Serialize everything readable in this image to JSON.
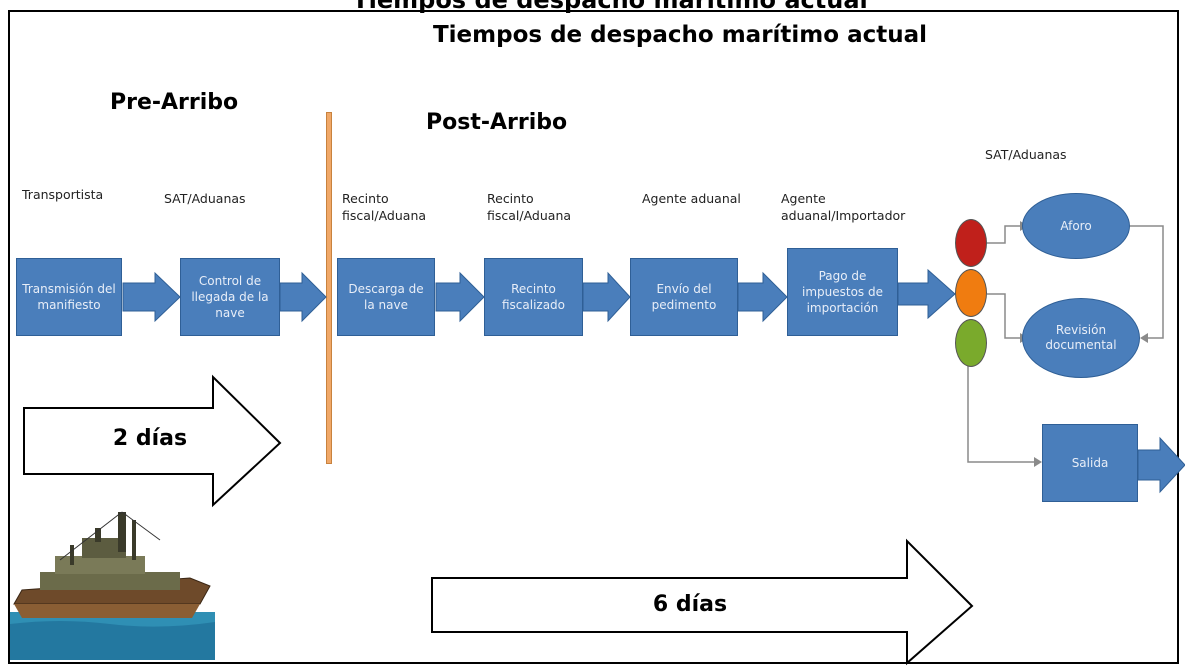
{
  "titles": {
    "top": "Tiempos de despacho marítimo actual",
    "main": "Tiempos de despacho marítimo actual"
  },
  "phases": {
    "pre": "Pre-Arribo",
    "post": "Post-Arribo"
  },
  "actors": {
    "transportista": "Transportista",
    "sat1": "SAT/Aduanas",
    "recinto1": "Recinto fiscal/Aduana",
    "recinto2": "Recinto fiscal/Aduana",
    "agente": "Agente aduanal",
    "agente_importador": "Agente aduanal/Importador",
    "sat2": "SAT/Aduanas"
  },
  "steps": {
    "transmision": "Transmisión del manifiesto",
    "control": "Control de llegada de la nave",
    "descarga": "Descarga de la nave",
    "recinto": "Recinto fiscalizado",
    "envio": "Envío del pedimento",
    "pago": "Pago de impuestos de importación",
    "aforo": "Aforo",
    "revision": "Revisión documental",
    "salida": "Salida"
  },
  "durations": {
    "pre": "2 días",
    "post": "6 días"
  },
  "colors": {
    "box": "#4a7ebb",
    "arrow": "#4a7ebb",
    "divider": "#f0a868",
    "light_red": "#c0201b",
    "light_orange": "#f07c10",
    "light_green": "#7aaa2c"
  }
}
